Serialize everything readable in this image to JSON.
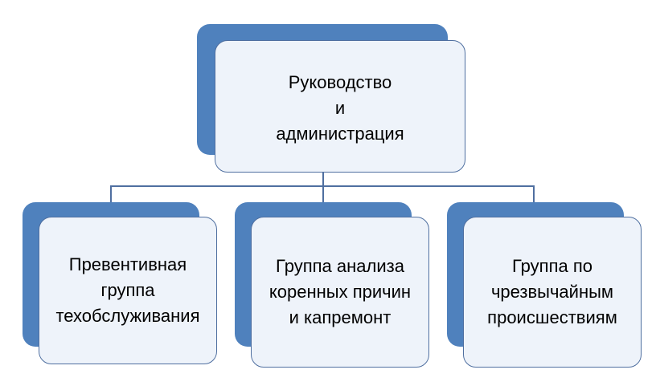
{
  "colors": {
    "back_fill": "#4f81bd",
    "front_fill": "#eef3fa",
    "front_border": "#4f6fa0",
    "connector": "#4f6fa0"
  },
  "root": {
    "label": "Руководство\nи\nадминистрация"
  },
  "children": [
    {
      "label": "Превентивная\nгруппа\nтехобслуживания"
    },
    {
      "label": "Группа анализа\nкоренных причин\nи капремонт"
    },
    {
      "label": "Группа по\nчрезвычайным\nпроисшествиям"
    }
  ]
}
